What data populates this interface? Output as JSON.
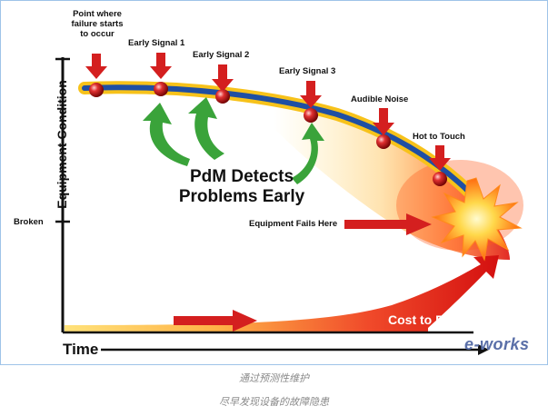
{
  "labels": {
    "point_failure": "Point where failure starts to occur",
    "early1": "Early Signal 1",
    "early2": "Early Signal 2",
    "early3": "Early Signal 3",
    "audible": "Audible Noise",
    "hot": "Hot to Touch",
    "pdm_line1": "PdM Detects",
    "pdm_line2": "Problems Early",
    "equipment_fails": "Equipment Fails Here",
    "broken": "Broken",
    "y_axis": "Equipment Condition",
    "x_axis": "Time",
    "cost": "Cost to Repair",
    "logo": "e-works"
  },
  "captions": {
    "line1": "通过预测性维护",
    "line2": "尽早发现设备的故障隐患"
  },
  "colors": {
    "curve_blue": "#1f4fa3",
    "curve_yellow": "#f7c21a",
    "arrow_red": "#d41f1f",
    "arrow_green": "#3aa33a",
    "frame_border": "#9fc3e8"
  }
}
